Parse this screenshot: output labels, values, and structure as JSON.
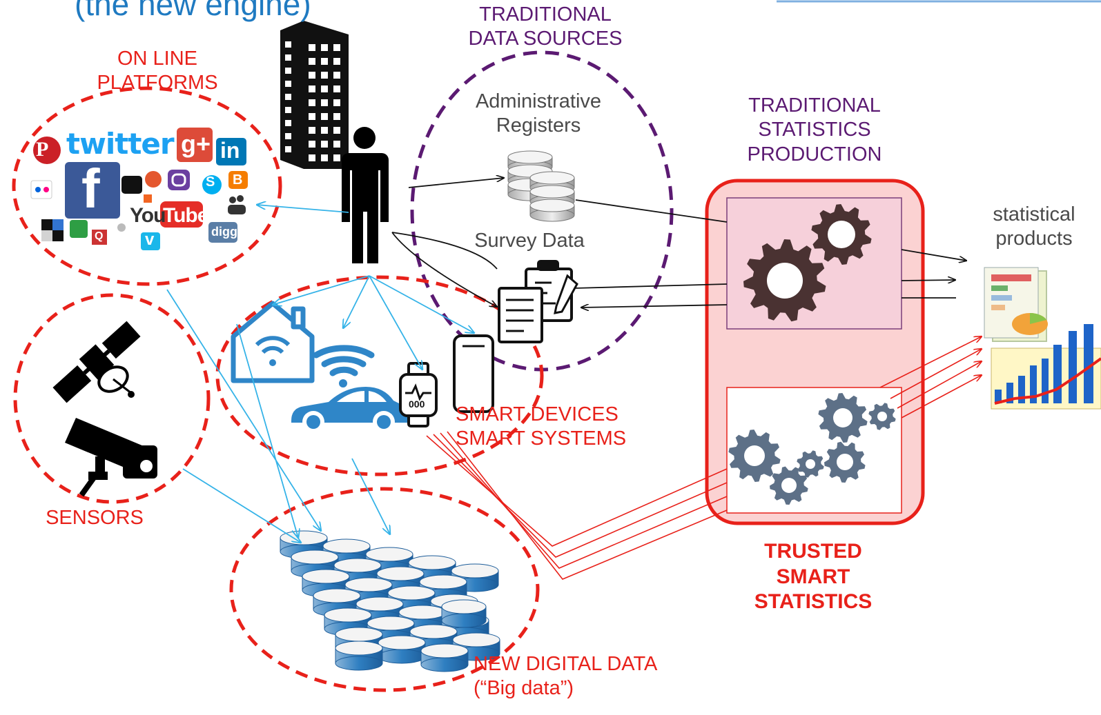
{
  "title_fragment": "(the new engine)",
  "labels": {
    "online_platforms": "ON LINE\nPLATFORMS",
    "traditional_sources": "TRADITIONAL\nDATA SOURCES",
    "admin_registers": "Administrative\nRegisters",
    "survey_data": "Survey Data",
    "traditional_production": "TRADITIONAL\nSTATISTICS\nPRODUCTION",
    "statistical_products": "statistical\nproducts",
    "smart_devices": "SMART DEVICES\nSMART SYSTEMS",
    "sensors": "SENSORS",
    "trusted_smart": "TRUSTED\nSMART\nSTATISTICS",
    "new_digital": "NEW DIGITAL DATA\n(“Big data”)"
  },
  "logos": {
    "twitter": "twitter",
    "gplus": "g+",
    "linkedin": "in",
    "facebook": "f",
    "youtube_you": "You",
    "youtube_tube": "Tube",
    "digg": "digg",
    "vimeo": "v",
    "skype": "S",
    "blogger": "B",
    "pinterest": "P",
    "qzone": "Q",
    "device_value": "000"
  },
  "colors": {
    "red": "#e8211a",
    "purple": "#5b1a72",
    "cyan": "#35b3e8",
    "gear_dark": "#4a3232",
    "gear_blue": "#5d7087",
    "db_blue": "#2f7fc1",
    "production_fill": "#fbd2d2"
  }
}
